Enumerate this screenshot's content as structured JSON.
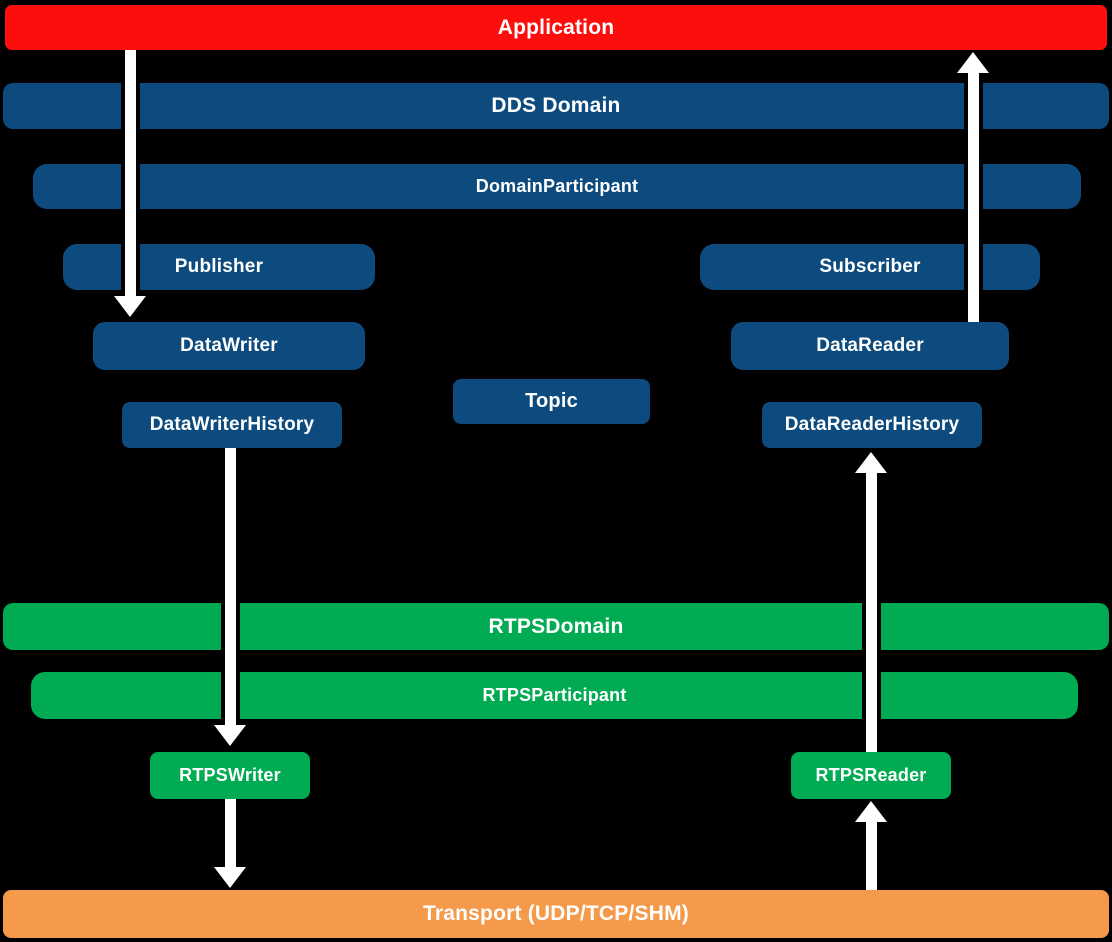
{
  "diagram_title": "DDS / RTPS layered architecture",
  "colors": {
    "background": "#000000",
    "application_layer": "#fe0d0d",
    "dds_layer": "#0d4a7d",
    "rtps_layer": "#01ab53",
    "transport_layer": "#f59a4a",
    "arrow": "#ffffff",
    "text": "#ffffff"
  },
  "nodes": {
    "application": {
      "label": "Application"
    },
    "dds_domain": {
      "label": "DDS Domain"
    },
    "domain_participant": {
      "label": "DomainParticipant"
    },
    "publisher": {
      "label": "Publisher"
    },
    "subscriber": {
      "label": "Subscriber"
    },
    "data_writer": {
      "label": "DataWriter"
    },
    "data_reader": {
      "label": "DataReader"
    },
    "topic": {
      "label": "Topic"
    },
    "data_writer_history": {
      "label": "DataWriterHistory"
    },
    "data_reader_history": {
      "label": "DataReaderHistory"
    },
    "rtps_domain": {
      "label": "RTPSDomain"
    },
    "rtps_participant": {
      "label": "RTPSParticipant"
    },
    "rtps_writer": {
      "label": "RTPSWriter"
    },
    "rtps_reader": {
      "label": "RTPSReader"
    },
    "transport": {
      "label": "Transport (UDP/TCP/SHM)"
    }
  },
  "arrows": [
    {
      "from": "Application",
      "to": "DataWriter",
      "direction": "down"
    },
    {
      "from": "DataWriterHistory",
      "to": "RTPSWriter",
      "direction": "down"
    },
    {
      "from": "RTPSWriter",
      "to": "Transport (UDP/TCP/SHM)",
      "direction": "down"
    },
    {
      "from": "Transport (UDP/TCP/SHM)",
      "to": "RTPSReader",
      "direction": "up"
    },
    {
      "from": "RTPSReader",
      "to": "DataReaderHistory",
      "direction": "up"
    },
    {
      "from": "DataReader",
      "to": "Application",
      "direction": "up"
    }
  ]
}
